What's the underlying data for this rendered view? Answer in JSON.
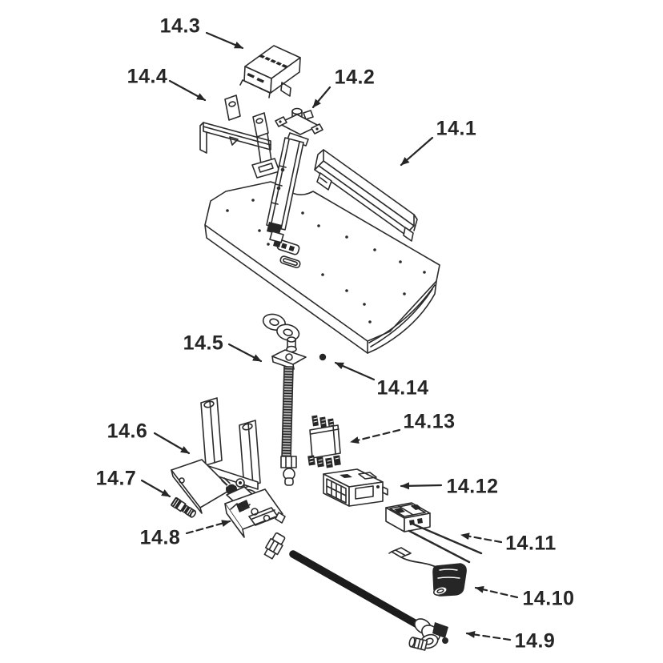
{
  "figure": {
    "kind": "exploded-parts-diagram",
    "series_prefix": "14"
  },
  "colors": {
    "ink": "#262626",
    "paper": "#ffffff",
    "cable": "#1c1c1c"
  },
  "labels": [
    {
      "text": "14.1"
    },
    {
      "text": "14.2"
    },
    {
      "text": "14.3"
    },
    {
      "text": "14.4"
    },
    {
      "text": "14.5"
    },
    {
      "text": "14.6"
    },
    {
      "text": "14.7"
    },
    {
      "text": "14.8"
    },
    {
      "text": "14.9"
    },
    {
      "text": "14.10"
    },
    {
      "text": "14.11"
    },
    {
      "text": "14.12"
    },
    {
      "text": "14.13"
    },
    {
      "text": "14.14"
    }
  ]
}
